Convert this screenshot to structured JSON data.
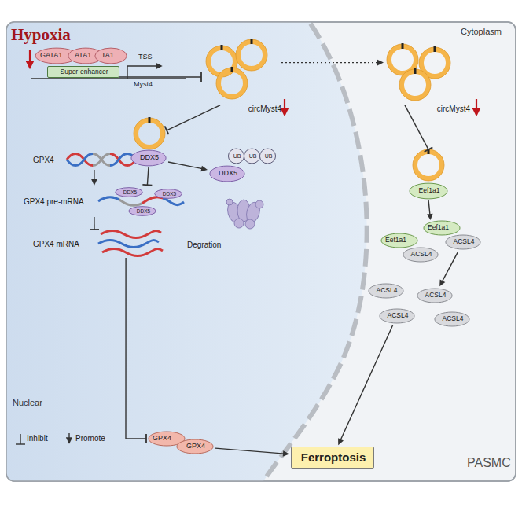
{
  "diagram": {
    "nodes": [
      {
        "text": [
          "GATA1"
        ]
      },
      {
        "text": [
          "ATA1"
        ]
      },
      {
        "text": [
          "TA1"
        ]
      },
      {
        "text": [
          "Super-enhancer"
        ]
      },
      {
        "text": [
          "circMyst4"
        ]
      },
      {
        "text": [
          "circMyst4"
        ]
      },
      {
        "text": [
          "DDX5"
        ]
      },
      {
        "text": [
          "GPX4"
        ]
      },
      {
        "text": [
          "GPX4 pre-mRNA"
        ]
      },
      {
        "text": [
          "DDX5"
        ],
        "in": 8
      },
      {
        "text": [
          "DDX5"
        ],
        "in": 8
      },
      {
        "text": [
          "DDX5"
        ],
        "in": 8
      },
      {
        "text": [
          "GPX4 mRNA"
        ]
      },
      {
        "text": [
          "DDX5"
        ]
      },
      {
        "text": [
          "UB"
        ]
      },
      {
        "text": [
          "UB"
        ]
      },
      {
        "text": [
          "UB"
        ]
      },
      {
        "text": [
          "Degration"
        ]
      },
      {
        "text": [
          "Eef1a1"
        ]
      },
      {
        "text": [
          "Eef1a1"
        ]
      },
      {
        "text": [
          "ACSL4"
        ]
      },
      {
        "text": [
          "Eef1a1"
        ]
      },
      {
        "text": [
          "ACSL4"
        ]
      },
      {
        "text": [
          "ACSL4"
        ]
      },
      {
        "text": [
          "ACSL4"
        ]
      },
      {
        "text": [
          "ACSL4"
        ]
      },
      {
        "text": [
          "ACSL4"
        ]
      },
      {
        "text": [
          "GPX4"
        ]
      },
      {
        "text": [
          "GPX4"
        ]
      },
      {
        "text": [
          "Ferroptosis"
        ]
      }
    ],
    "edges": [
      {
        "from": 3,
        "to": 4,
        "arrow": "to"
      },
      {
        "from": 4,
        "to": 5,
        "arrow": "to"
      },
      {
        "from": 4,
        "to": 6,
        "arrow": "to"
      },
      {
        "from": 7,
        "to": 8,
        "arrow": "to"
      },
      {
        "from": 6,
        "to": 8,
        "arrow": "to"
      },
      {
        "from": 6,
        "to": 13,
        "arrow": "to"
      },
      {
        "from": 8,
        "to": 12,
        "arrow": "to"
      },
      {
        "from": 12,
        "to": 27,
        "arrow": "to"
      },
      {
        "from": 28,
        "to": 29,
        "arrow": "to"
      },
      {
        "from": 5,
        "to": 18,
        "arrow": "to"
      },
      {
        "from": 18,
        "to": 19,
        "arrow": "to"
      },
      {
        "from": 20,
        "to": 24,
        "arrow": "to"
      },
      {
        "from": 25,
        "to": 29,
        "arrow": "to"
      }
    ],
    "labels": [
      "Hypoxia",
      "TSS",
      "Myst4",
      "Cytoplasm",
      "Nuclear",
      "PASMC"
    ],
    "legend": [
      {
        "text": "Inhibit"
      },
      {
        "text": "Promote"
      }
    ]
  }
}
